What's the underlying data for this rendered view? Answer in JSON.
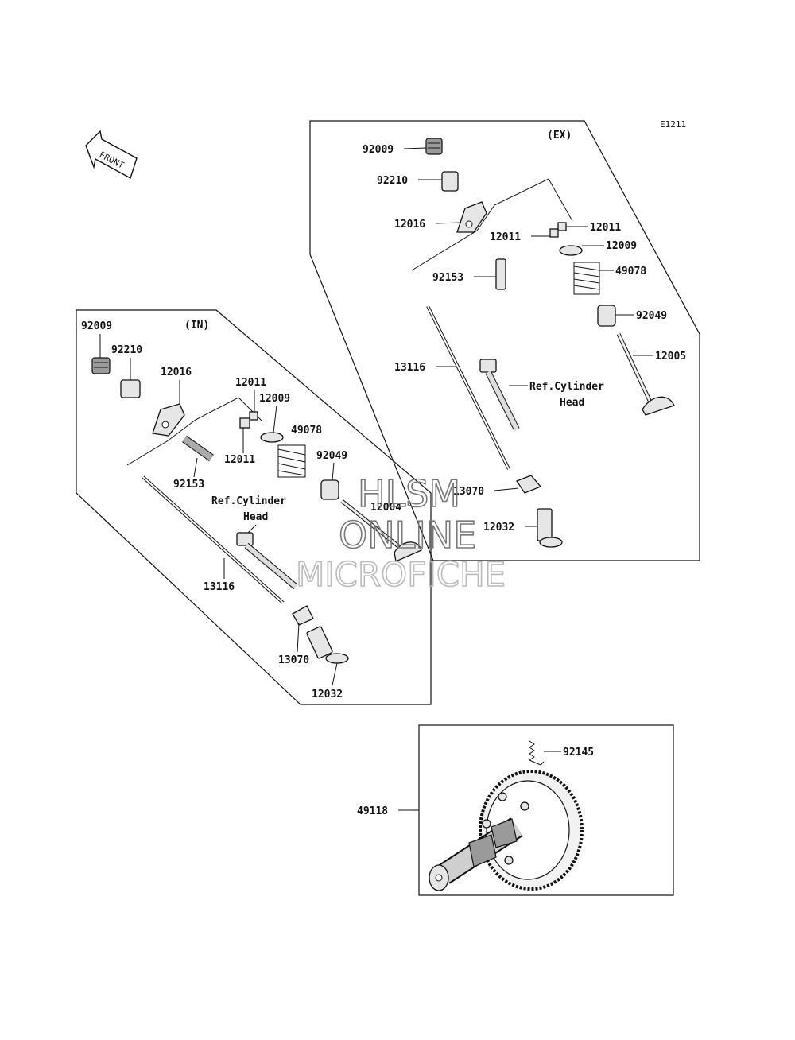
{
  "diagram_code": "E1211",
  "front_arrow_label": "FRONT",
  "ex_section": {
    "title": "(EX)",
    "parts": {
      "p92009": "92009",
      "p92210": "92210",
      "p12016": "12016",
      "p12011a": "12011",
      "p12011b": "12011",
      "p12009": "12009",
      "p49078": "49078",
      "p92153": "92153",
      "p92049": "92049",
      "p12005": "12005",
      "p13116": "13116",
      "p13070": "13070",
      "p12032": "12032"
    },
    "ref_line1": "Ref.Cylinder",
    "ref_line2": "Head"
  },
  "in_section": {
    "title": "(IN)",
    "parts": {
      "p92009": "92009",
      "p92210": "92210",
      "p12016": "12016",
      "p12011a": "12011",
      "p12009": "12009",
      "p49078": "49078",
      "p92049": "92049",
      "p12011b": "12011",
      "p92153": "92153",
      "p12004": "12004",
      "p13116": "13116",
      "p13070": "13070",
      "p12032": "12032"
    },
    "ref_line1": "Ref.Cylinder",
    "ref_line2": "Head"
  },
  "cam_section": {
    "parts": {
      "p92145": "92145",
      "p49118": "49118"
    }
  },
  "watermark": {
    "line1": "HLSM",
    "line2": "ONLINE",
    "line3": "MICROFICHE"
  },
  "colors": {
    "line": "#111111",
    "background": "#ffffff",
    "watermark": "#777777"
  }
}
